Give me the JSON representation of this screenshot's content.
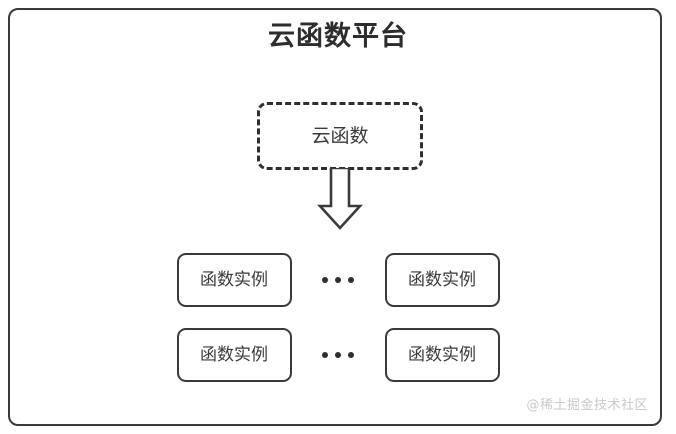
{
  "diagram": {
    "platform": {
      "title": "云函数平台",
      "border_color": "#3a3a3c"
    },
    "cloud_function": {
      "label": "云函数",
      "border_style": "dashed",
      "border_color": "#2f2f31"
    },
    "arrow": {
      "name": "down-block-arrow",
      "direction": "down",
      "color": "#3a3a3c"
    },
    "instance_rows": [
      {
        "left_label": "函数实例",
        "ellipsis": "···",
        "right_label": "函数实例"
      },
      {
        "left_label": "函数实例",
        "ellipsis": "···",
        "right_label": "函数实例"
      }
    ],
    "watermark": {
      "text": "@稀土掘金技术社区",
      "color": "#c9c9cb"
    }
  }
}
